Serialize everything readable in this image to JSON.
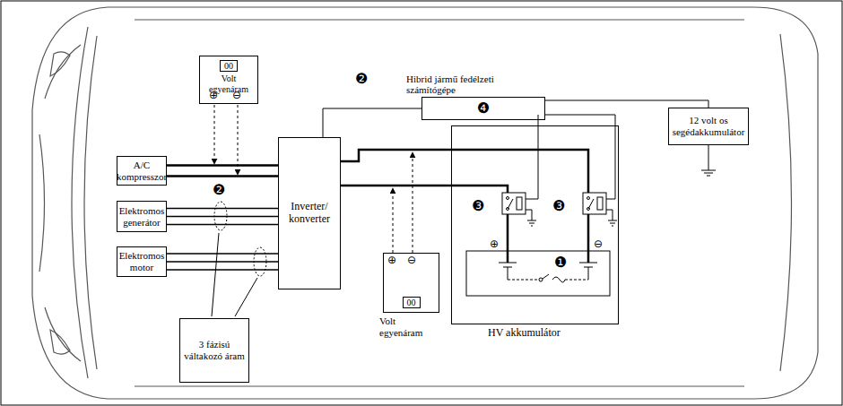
{
  "diagram": {
    "nodes": [
      {
        "text": [
          "A/C kompresszor"
        ]
      },
      {
        "text": [
          "Elektromos generátor"
        ]
      },
      {
        "text": [
          "Elektromos motor"
        ]
      },
      {
        "text": [
          "Inverter/ konverter"
        ]
      },
      {
        "text": [
          "HV akkumulátor"
        ]
      },
      {
        "text": [
          "Hibrid jármű fedélzeti számítógépe",
          "❹"
        ]
      },
      {
        "text": [
          "12 volt os segédakkumulátor"
        ]
      },
      {
        "text": [
          "00",
          "Volt egyenáram"
        ]
      },
      {
        "text": [
          "00",
          "Volt egyenáram"
        ]
      },
      {
        "text": [
          "3 fázisú váltakozó áram"
        ]
      }
    ],
    "edges": [
      {
        "from": 0,
        "to": 3,
        "arrow": "none"
      },
      {
        "from": 1,
        "to": 3,
        "arrow": "none"
      },
      {
        "from": 2,
        "to": 3,
        "arrow": "none"
      },
      {
        "from": 3,
        "to": 4,
        "arrow": "none"
      },
      {
        "from": 3,
        "to": 4,
        "arrow": "none"
      },
      {
        "from": 5,
        "to": 3,
        "arrow": "none"
      },
      {
        "from": 5,
        "to": 4,
        "arrow": "none"
      },
      {
        "from": 5,
        "to": 6,
        "arrow": "none"
      }
    ],
    "labels": [
      "❷",
      "❷",
      "❸",
      "❸",
      "❶",
      "⊕",
      "⊖",
      "⊕",
      "⊖",
      "⊕",
      "⊖"
    ]
  }
}
